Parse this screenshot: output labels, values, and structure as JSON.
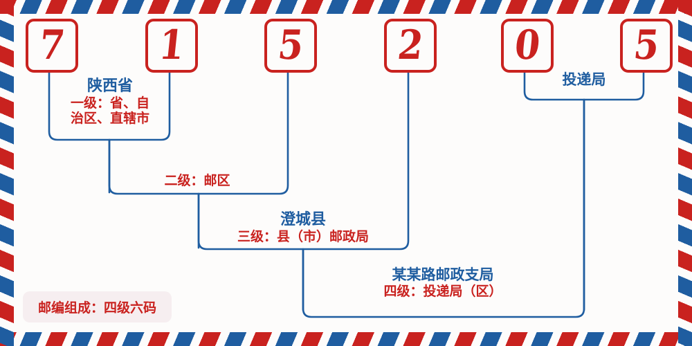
{
  "theme": {
    "red": "#c9221f",
    "blue": "#1f5da0",
    "paper": "#fdfcfb",
    "pill_bg": "#f6eef0"
  },
  "postal_code": {
    "full": "715205",
    "digits": [
      {
        "value": "7",
        "name": "digit-1"
      },
      {
        "value": "1",
        "name": "digit-2"
      },
      {
        "value": "5",
        "name": "digit-3"
      },
      {
        "value": "2",
        "name": "digit-4"
      },
      {
        "value": "0",
        "name": "digit-5"
      },
      {
        "value": "5",
        "name": "digit-6"
      }
    ]
  },
  "levels": {
    "level1": {
      "name": "陕西省",
      "desc_line1": "一级：省、自",
      "desc_line2": "治区、直辖市",
      "covers": "digits 1-2"
    },
    "level2": {
      "name": "",
      "desc": "二级：邮区",
      "covers": "digits 1-3"
    },
    "level3": {
      "name": "澄城县",
      "desc": "三级：县（市）邮政局",
      "covers": "digits 1-4"
    },
    "level4": {
      "name": "某某路邮政支局",
      "desc": "四级：投递局（区）",
      "covers": "digits 1-6"
    },
    "delivery": {
      "name": "投递局",
      "covers": "digits 5-6"
    }
  },
  "caption": {
    "text": "邮编组成：四级六码"
  }
}
